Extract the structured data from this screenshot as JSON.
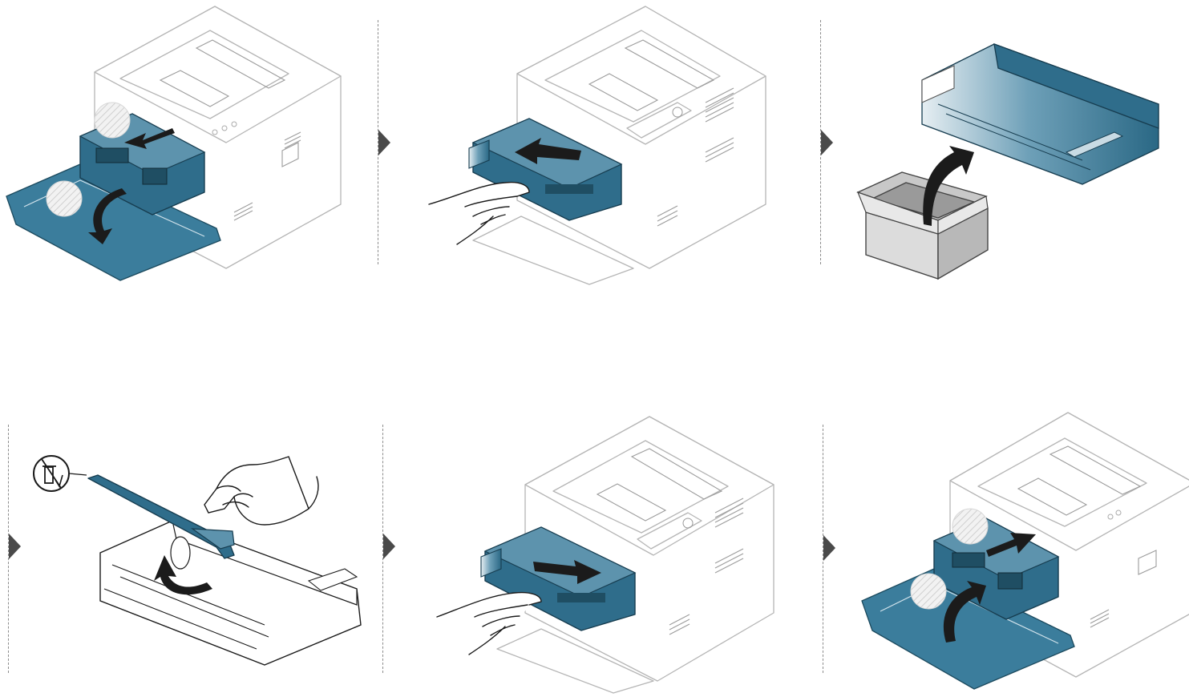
{
  "diagram": {
    "steps": [
      {
        "id": 1,
        "icons": [
          "printer-icon",
          "drum-unit-icon",
          "move-arrow-icon",
          "open-door-arrow-icon"
        ]
      },
      {
        "id": 2,
        "icons": [
          "printer-icon",
          "hand-icon",
          "drum-unit-icon",
          "pull-arrow-icon"
        ]
      },
      {
        "id": 3,
        "icons": [
          "box-icon",
          "drum-unit-icon",
          "unpack-arrow-icon"
        ]
      },
      {
        "id": 4,
        "icons": [
          "recycle-bin-icon",
          "hand-icon",
          "drum-unit-icon",
          "remove-cover-arrow-icon"
        ]
      },
      {
        "id": 5,
        "icons": [
          "printer-icon",
          "hand-icon",
          "drum-unit-icon",
          "push-arrow-icon"
        ]
      },
      {
        "id": 6,
        "icons": [
          "printer-icon",
          "drum-unit-icon",
          "close-door-arrow-icon"
        ]
      }
    ],
    "colors": {
      "accent": "#2f6d8b",
      "arrow": "#1b1b1b",
      "divider": "#8c8c8c",
      "line": "#b5b5b5"
    }
  }
}
